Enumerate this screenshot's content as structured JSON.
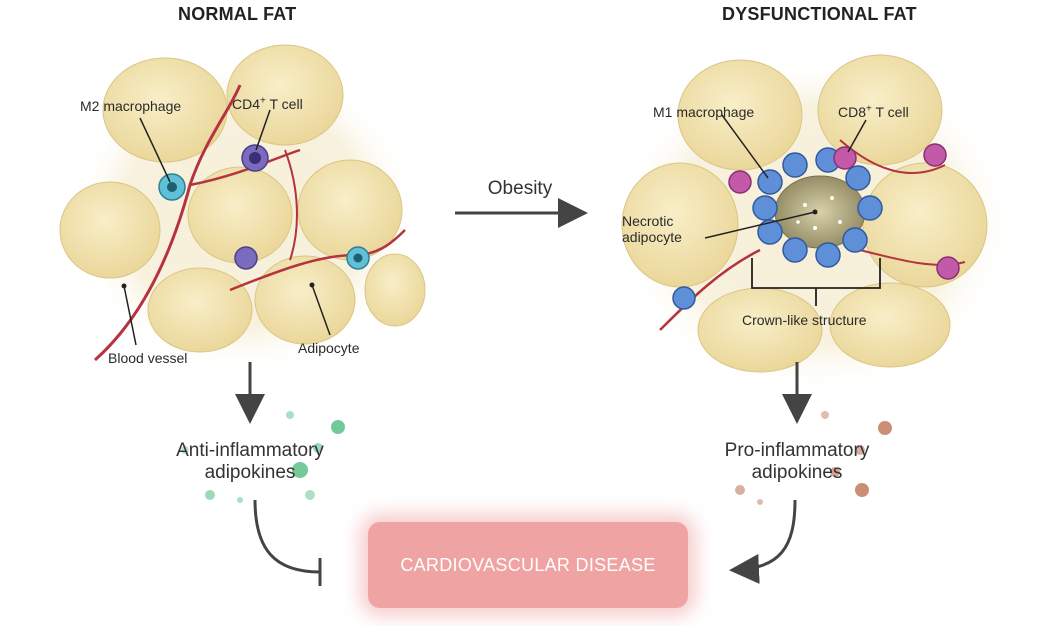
{
  "normal_panel": {
    "title": "NORMAL FAT",
    "labels": {
      "m2_macrophage": "M2 macrophage",
      "cd4_t_cell_main": "CD4",
      "cd4_t_cell_sup": "+",
      "cd4_t_cell_rest": " T cell",
      "blood_vessel": "Blood vessel",
      "adipocyte": "Adipocyte"
    },
    "output_line1": "Anti-inflammatory",
    "output_line2": "adipokines"
  },
  "dysfunctional_panel": {
    "title": "DYSFUNCTIONAL FAT",
    "labels": {
      "m1_macrophage": "M1 macrophage",
      "cd8_t_cell_main": "CD8",
      "cd8_t_cell_sup": "+",
      "cd8_t_cell_rest": " T cell",
      "necrotic_line1": "Necrotic",
      "necrotic_line2": "adipocyte",
      "crown_like": "Crown-like structure"
    },
    "output_line1": "Pro-inflammatory",
    "output_line2": "adipokines"
  },
  "transition_label": "Obesity",
  "outcome_label": "CARDIOVASCULAR DISEASE",
  "colors": {
    "adipocyte_fill": "#f3e6b4",
    "adipocyte_edge": "#d9c685",
    "vessel": "#b5333f",
    "m2_macrophage": "#5fc0d8",
    "t_cell": "#7b6bbf",
    "m1_macrophage": "#5f8fd6",
    "cd8_t_cell": "#c25aa8",
    "anti_inflammatory": "#5cbf86",
    "pro_inflammatory": "#c27a5f",
    "outcome_box": "#f0a3a3",
    "arrow": "#444444"
  }
}
